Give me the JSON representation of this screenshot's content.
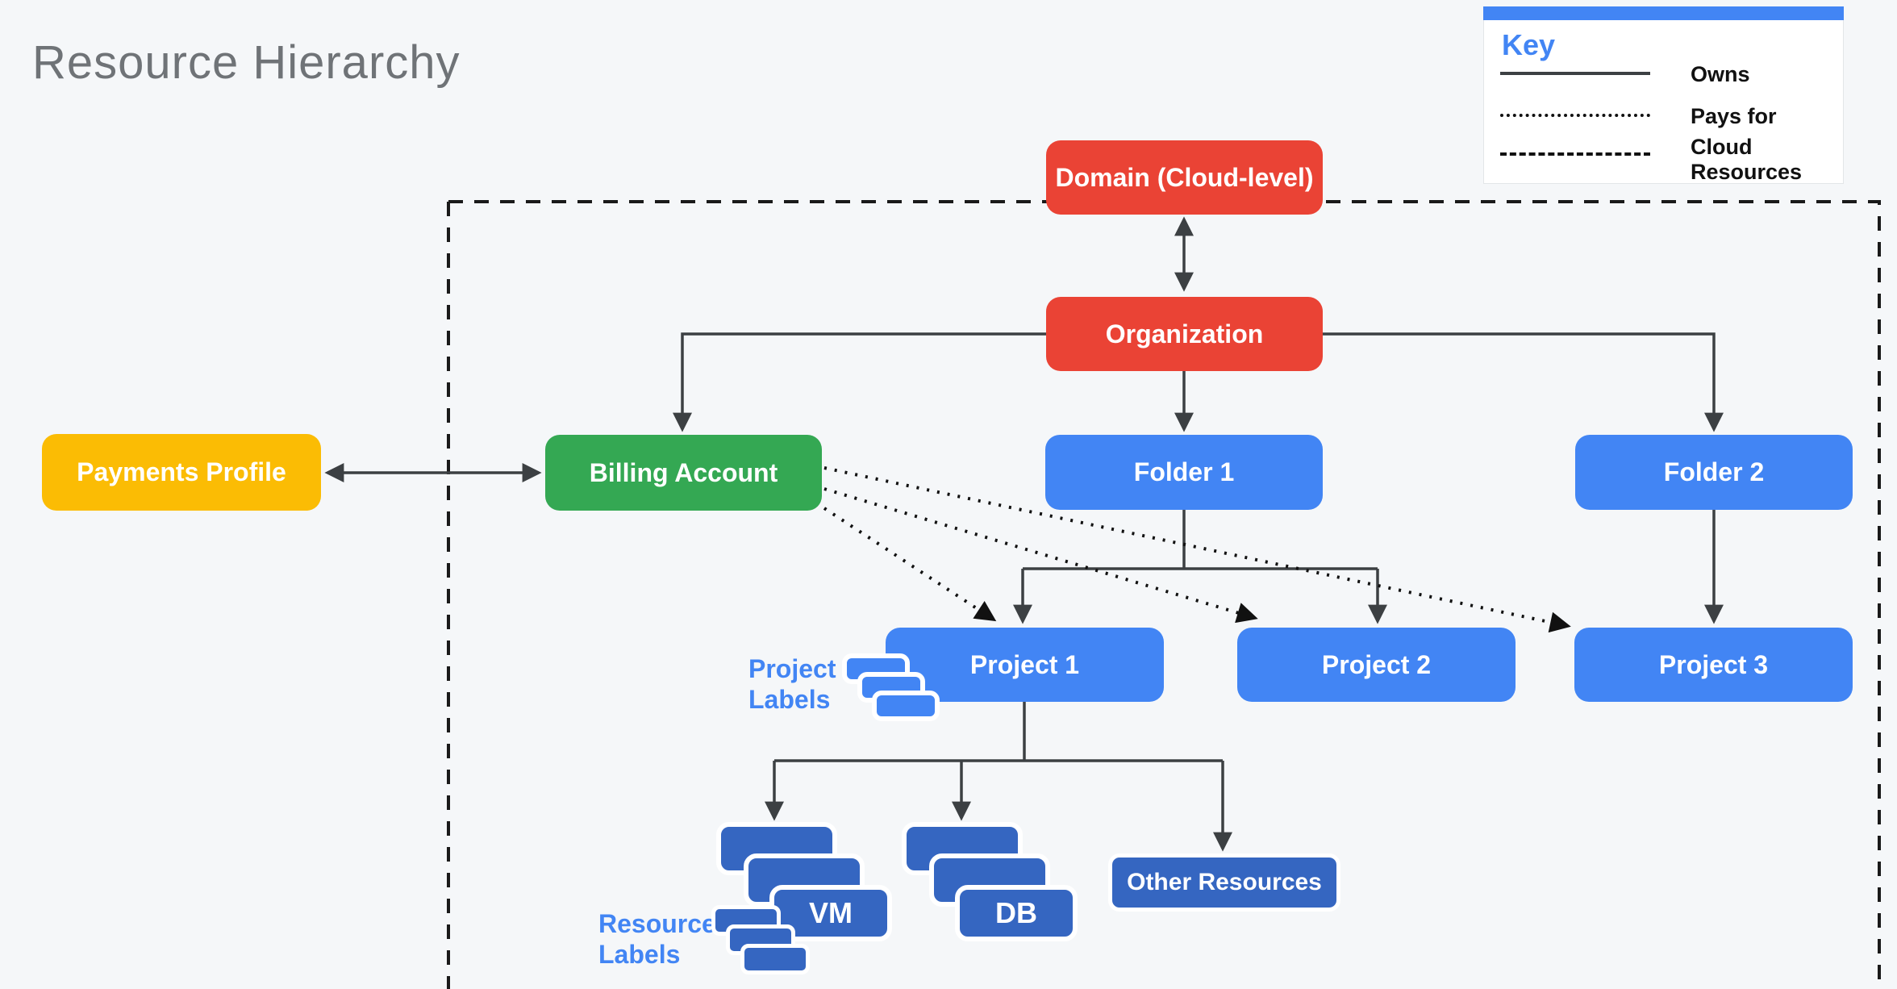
{
  "title": "Resource Hierarchy",
  "key": {
    "title": "Key",
    "items": [
      {
        "label": "Owns",
        "line_style": "solid"
      },
      {
        "label": "Pays for",
        "line_style": "dotted"
      },
      {
        "label": "Cloud Resources",
        "line_style": "dashed"
      }
    ]
  },
  "nodes": {
    "domain": "Domain (Cloud-level)",
    "organization": "Organization",
    "payments_profile": "Payments Profile",
    "billing_account": "Billing Account",
    "folder1": "Folder 1",
    "folder2": "Folder 2",
    "project1": "Project 1",
    "project2": "Project 2",
    "project3": "Project 3",
    "vm": "VM",
    "db": "DB",
    "other_resources": "Other Resources"
  },
  "annotations": {
    "project_labels": "Project\nLabels",
    "resource_labels": "Resource\nLabels"
  },
  "edges": [
    {
      "from": "domain",
      "to": "organization",
      "type": "owns",
      "bidirectional": true
    },
    {
      "from": "payments_profile",
      "to": "billing_account",
      "type": "owns",
      "bidirectional": true
    },
    {
      "from": "organization",
      "to": "billing_account",
      "type": "owns"
    },
    {
      "from": "organization",
      "to": "folder1",
      "type": "owns"
    },
    {
      "from": "organization",
      "to": "folder2",
      "type": "owns"
    },
    {
      "from": "folder1",
      "to": "project1",
      "type": "owns"
    },
    {
      "from": "folder1",
      "to": "project2",
      "type": "owns"
    },
    {
      "from": "folder2",
      "to": "project3",
      "type": "owns"
    },
    {
      "from": "project1",
      "to": "vm",
      "type": "owns"
    },
    {
      "from": "project1",
      "to": "db",
      "type": "owns"
    },
    {
      "from": "project1",
      "to": "other_resources",
      "type": "owns"
    },
    {
      "from": "billing_account",
      "to": "project1",
      "type": "pays_for"
    },
    {
      "from": "billing_account",
      "to": "project2",
      "type": "pays_for"
    },
    {
      "from": "billing_account",
      "to": "project3",
      "type": "pays_for"
    }
  ],
  "colors": {
    "red": "#EA4335",
    "green": "#34A853",
    "blue": "#4285F4",
    "dark_blue": "#3566C1",
    "yellow": "#FBBC04",
    "label_blue": "#4285F4",
    "line": "#3C4043",
    "dotted": "#111111",
    "title_gray": "#6F7377",
    "background": "#F5F7F9",
    "white": "#FFFFFF"
  }
}
